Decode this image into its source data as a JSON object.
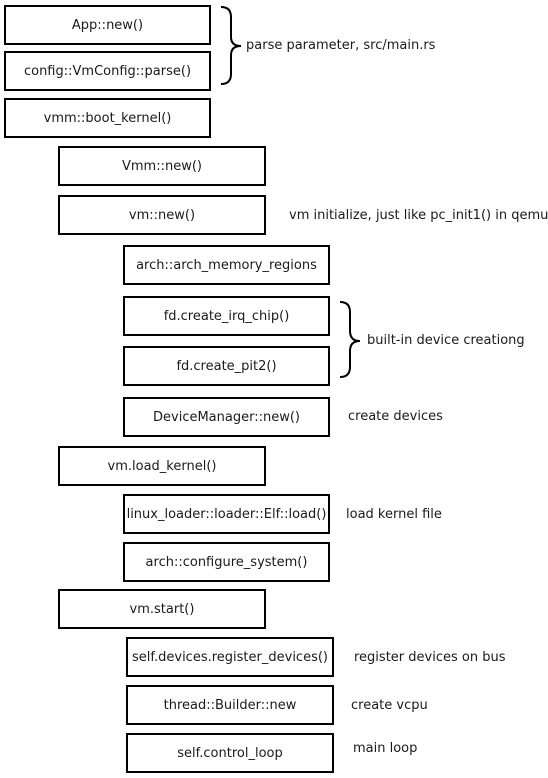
{
  "boxes": {
    "app_new": "App::new()",
    "config_parse": "config::VmConfig::parse()",
    "boot_kernel": "vmm::boot_kernel()",
    "vmm_new": "Vmm::new()",
    "vm_new": "vm::new()",
    "arch_mem": "arch::arch_memory_regions",
    "irq_chip": "fd.create_irq_chip()",
    "pit2": "fd.create_pit2()",
    "device_manager": "DeviceManager::new()",
    "load_kernel": "vm.load_kernel()",
    "elf_load": "linux_loader::loader::Elf::load()",
    "configure_system": "arch::configure_system()",
    "vm_start": "vm.start()",
    "register_devices": "self.devices.register_devices()",
    "thread_builder": "thread::Builder::new",
    "control_loop": "self.control_loop"
  },
  "notes": {
    "parse": "parse parameter, src/main.rs",
    "vm_init": "vm initialize, just like pc_init1() in qemu",
    "builtin": "built-in device creationg",
    "create_devices": "create devices",
    "load_kernel_file": "load kernel file",
    "register_bus": "register devices on bus",
    "create_vcpu": "create vcpu",
    "main_loop": "main loop"
  }
}
